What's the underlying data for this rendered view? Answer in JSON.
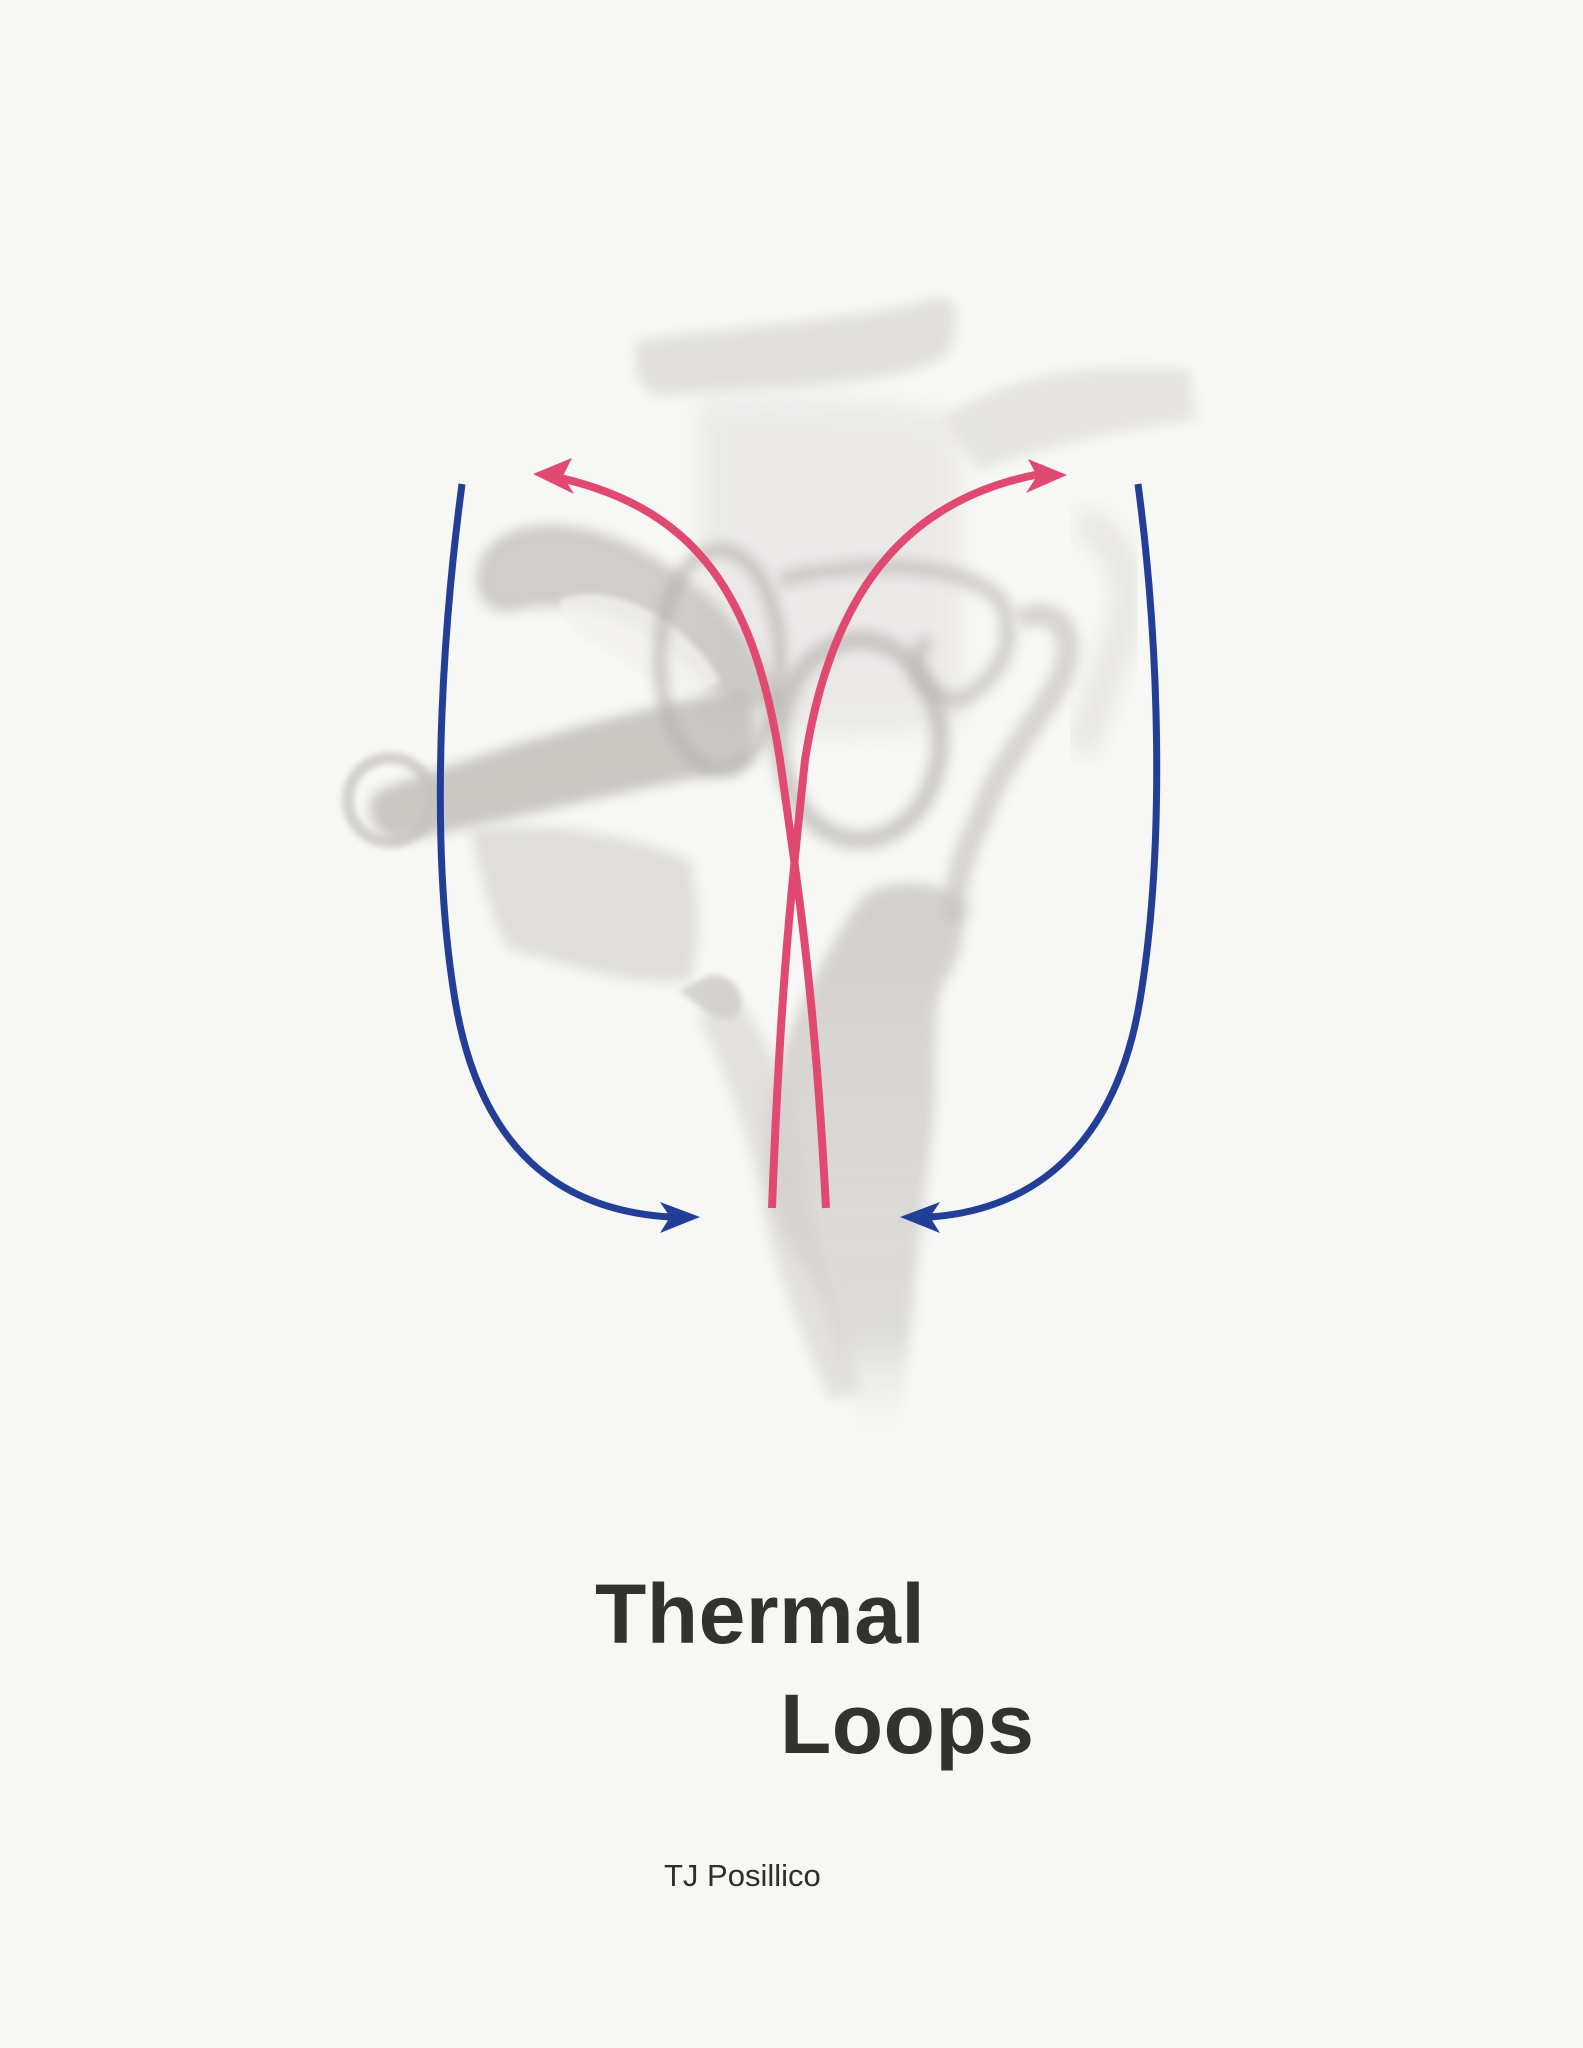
{
  "cover": {
    "title_line_1": "Thermal",
    "title_line_2": "Loops",
    "author": "TJ Posillico"
  },
  "illustration": {
    "subject": "smoke plume with convection flow arrows",
    "arrows": [
      {
        "name": "rising-hot-air-left",
        "color": "#e04a72",
        "direction": "up-left"
      },
      {
        "name": "rising-hot-air-right",
        "color": "#e04a72",
        "direction": "up-right"
      },
      {
        "name": "descending-cool-air-left",
        "color": "#233e96",
        "direction": "down-right"
      },
      {
        "name": "descending-cool-air-right",
        "color": "#233e96",
        "direction": "down-left"
      }
    ]
  },
  "colors": {
    "background": "#f7f7f5",
    "hot_arrow": "#e04a72",
    "cool_arrow": "#233e96",
    "text": "#33322e",
    "smoke": "#9a9693"
  }
}
